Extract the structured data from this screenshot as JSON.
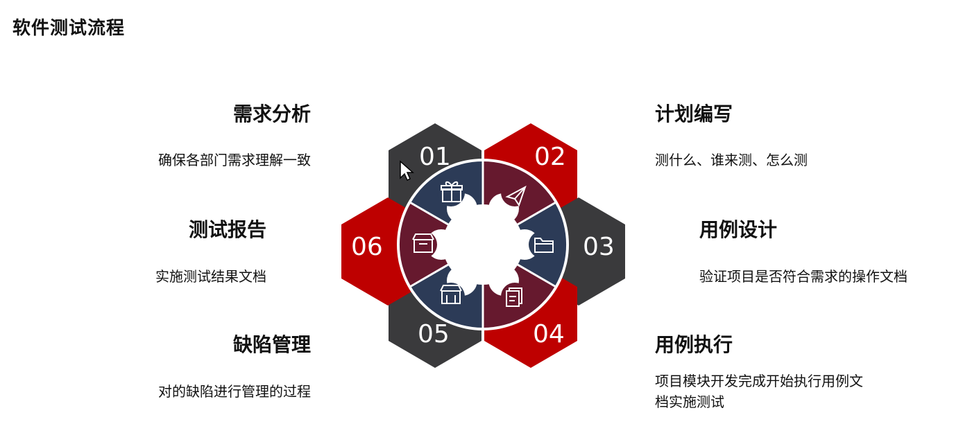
{
  "page_title": "软件测试流程",
  "colors": {
    "red": "#BE0000",
    "dark": "#3A3A3C",
    "navy": "#2C3B57",
    "maroon": "#66192E",
    "white": "#FFFFFF"
  },
  "steps": [
    {
      "num": "01",
      "title": "需求分析",
      "desc": "确保各部门需求理解一致",
      "icon": "gift-icon"
    },
    {
      "num": "02",
      "title": "计划编写",
      "desc": "测什么、谁来测、怎么测",
      "icon": "paper-plane-icon"
    },
    {
      "num": "03",
      "title": "用例设计",
      "desc": "验证项目是否符合需求的操作文档",
      "icon": "folder-icon"
    },
    {
      "num": "04",
      "title": "用例执行",
      "desc_line1": "项目模块开发完成开始执行用例文",
      "desc_line2": "档实施测试",
      "icon": "document-icon"
    },
    {
      "num": "05",
      "title": "缺陷管理",
      "desc": "对的缺陷进行管理的过程",
      "icon": "store-icon"
    },
    {
      "num": "06",
      "title": "测试报告",
      "desc": "实施测试结果文档",
      "icon": "box-icon"
    }
  ]
}
